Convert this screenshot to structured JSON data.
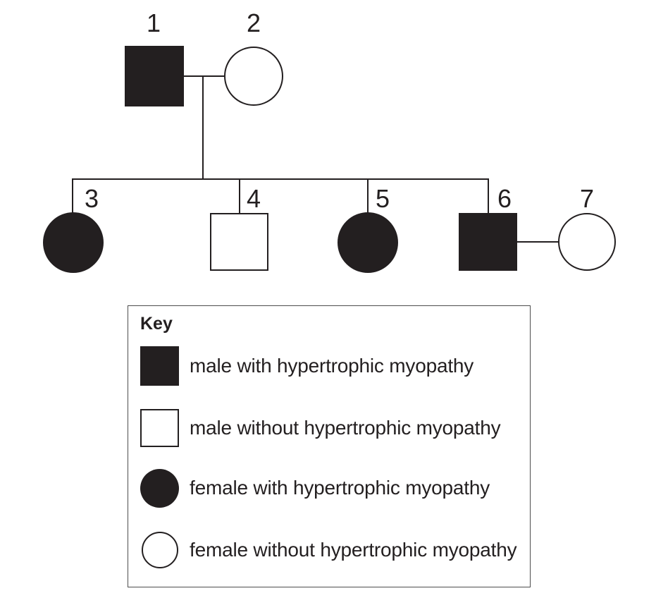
{
  "pedigree": {
    "condition": "hypertrophic myopathy",
    "individuals": [
      {
        "label": "1",
        "sex": "male",
        "affected": true,
        "generation": 1
      },
      {
        "label": "2",
        "sex": "female",
        "affected": false,
        "generation": 1
      },
      {
        "label": "3",
        "sex": "female",
        "affected": true,
        "generation": 2
      },
      {
        "label": "4",
        "sex": "male",
        "affected": false,
        "generation": 2
      },
      {
        "label": "5",
        "sex": "female",
        "affected": true,
        "generation": 2
      },
      {
        "label": "6",
        "sex": "male",
        "affected": true,
        "generation": 2
      },
      {
        "label": "7",
        "sex": "female",
        "affected": false,
        "generation": 2
      }
    ],
    "couples": [
      [
        "1",
        "2"
      ],
      [
        "6",
        "7"
      ]
    ],
    "children_of_couple_1_2": [
      "3",
      "4",
      "5",
      "6"
    ]
  },
  "key": {
    "title": "Key",
    "entries": [
      {
        "symbol": "filled-square",
        "label": "male with hypertrophic myopathy"
      },
      {
        "symbol": "open-square",
        "label": "male without hypertrophic myopathy"
      },
      {
        "symbol": "filled-circle",
        "label": "female with hypertrophic myopathy"
      },
      {
        "symbol": "open-circle",
        "label": "female without hypertrophic myopathy"
      }
    ]
  },
  "colors": {
    "ink": "#231f20",
    "background": "#ffffff",
    "key_border": "#4d4d4d"
  }
}
